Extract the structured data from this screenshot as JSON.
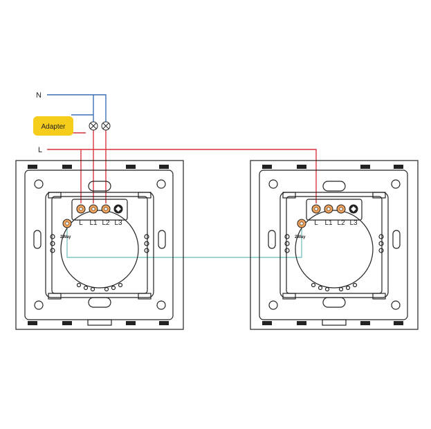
{
  "labels": {
    "neutral": "N",
    "live": "L",
    "adapter": "Adapter"
  },
  "terminals": [
    "L",
    "L1",
    "L2",
    "L3"
  ],
  "two_way_label": "2Way",
  "colors": {
    "neutral_wire": "#3a6fb5",
    "live_wire": "#d9343f",
    "two_way_wire": "#7fc6c4",
    "adapter_fill": "#f5cd1a",
    "terminal_fill": "#f0a25a",
    "frame_stroke": "#222222"
  },
  "icons": {
    "lamp": "lamp-icon",
    "screw_terminal": "screw-terminal-icon",
    "blank_terminal": "blank-terminal-icon"
  }
}
